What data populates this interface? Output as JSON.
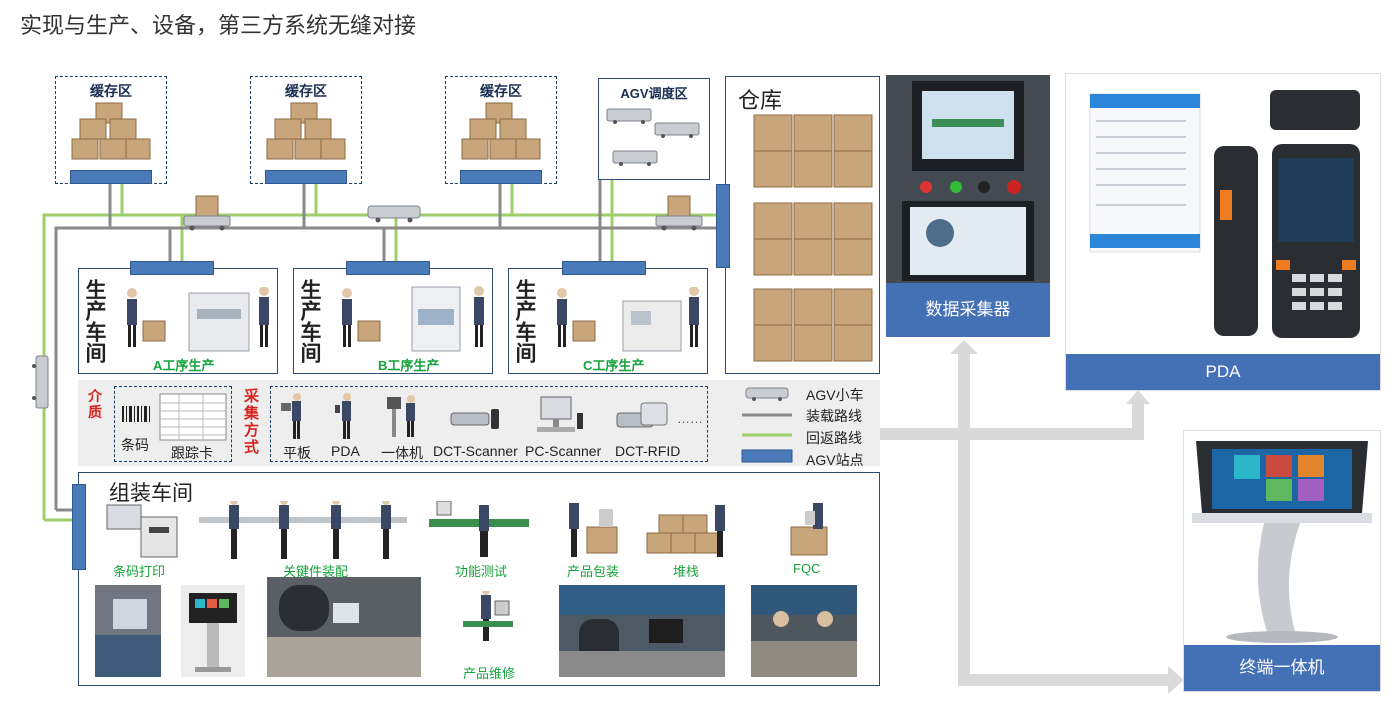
{
  "title": "实现与生产、设备，第三方系统无缝对接",
  "cache_areas": [
    {
      "label": "缓存区"
    },
    {
      "label": "缓存区"
    },
    {
      "label": "缓存区"
    }
  ],
  "agv_dispatch": {
    "label": "AGV调度区"
  },
  "warehouse": {
    "label": "仓库"
  },
  "workshops": [
    {
      "name": "生产车间",
      "process": "A工序生产"
    },
    {
      "name": "生产车间",
      "process": "B工序生产"
    },
    {
      "name": "生产车间",
      "process": "C工序生产"
    }
  ],
  "medium": {
    "label": "介质",
    "items": [
      "条码",
      "跟踪卡"
    ]
  },
  "collection": {
    "label": "采集方式",
    "items": [
      "平板",
      "PDA",
      "一体机",
      "DCT-Scanner",
      "PC-Scanner",
      "DCT-RFID"
    ],
    "ellipsis": "……"
  },
  "legend": [
    {
      "label": "AGV小车"
    },
    {
      "label": "装载路线"
    },
    {
      "label": "回返路线"
    },
    {
      "label": "AGV站点"
    }
  ],
  "assembly": {
    "title": "组装车间",
    "steps": [
      "条码打印",
      "关键件装配",
      "功能测试",
      "产品包装",
      "堆栈",
      "FQC"
    ],
    "repair": "产品维修"
  },
  "devices": {
    "collector": "数据采集器",
    "pda": "PDA",
    "terminal": "终端一体机"
  },
  "colors": {
    "station_blue": "#4a7ab8",
    "load_route": "#888888",
    "return_route": "#9fcf6a",
    "process_green": "#17a33c",
    "label_red": "#d9231f",
    "device_bar": "#4470b6"
  }
}
